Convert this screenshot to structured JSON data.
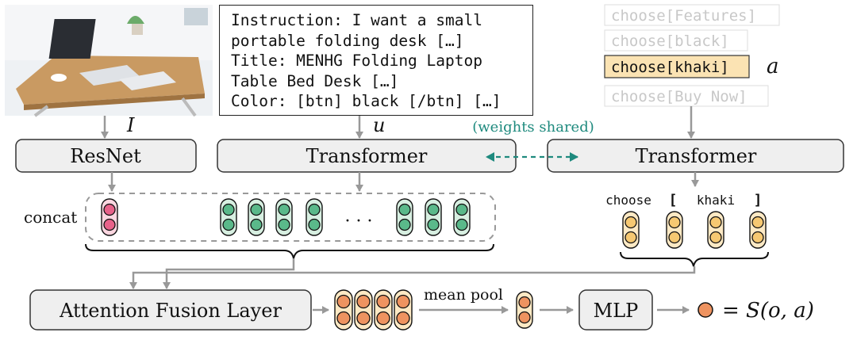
{
  "product_image": {
    "alt": "photo of a wooden folding laptop desk with tablet and keyboard",
    "icon": "desk-photo"
  },
  "text_input": {
    "lines": [
      "Instruction: I want a small",
      "portable folding desk […]",
      "Title: MENHG Folding Laptop",
      "Table Bed Desk […]",
      "Color: [btn] black [/btn] […]"
    ]
  },
  "actions": {
    "items": [
      "choose[Features]",
      "choose[black]",
      "choose[khaki]",
      "choose[Buy Now]"
    ],
    "selected_index": 2,
    "selected_bg": "#fbe3b3",
    "label": "a"
  },
  "symbols": {
    "image": "I",
    "text": "u",
    "score": "= S(o, a)"
  },
  "boxes": {
    "resnet": "ResNet",
    "transformer_left": "Transformer",
    "transformer_right": "Transformer",
    "attention": "Attention Fusion Layer",
    "mlp": "MLP"
  },
  "edge_labels": {
    "weights_shared": "(weights shared)",
    "mean_pool": "mean pool",
    "concat": "concat"
  },
  "tokens": [
    "choose",
    "[",
    "khaki",
    "]"
  ],
  "ellipsis": "· · ·",
  "colors": {
    "box_fill": "#efefef",
    "pink": "#e8628a",
    "green": "#5ab98a",
    "yellow": "#f6c872",
    "orange": "#ee9360",
    "teal": "#1e8a7e",
    "arrow": "#999999"
  }
}
